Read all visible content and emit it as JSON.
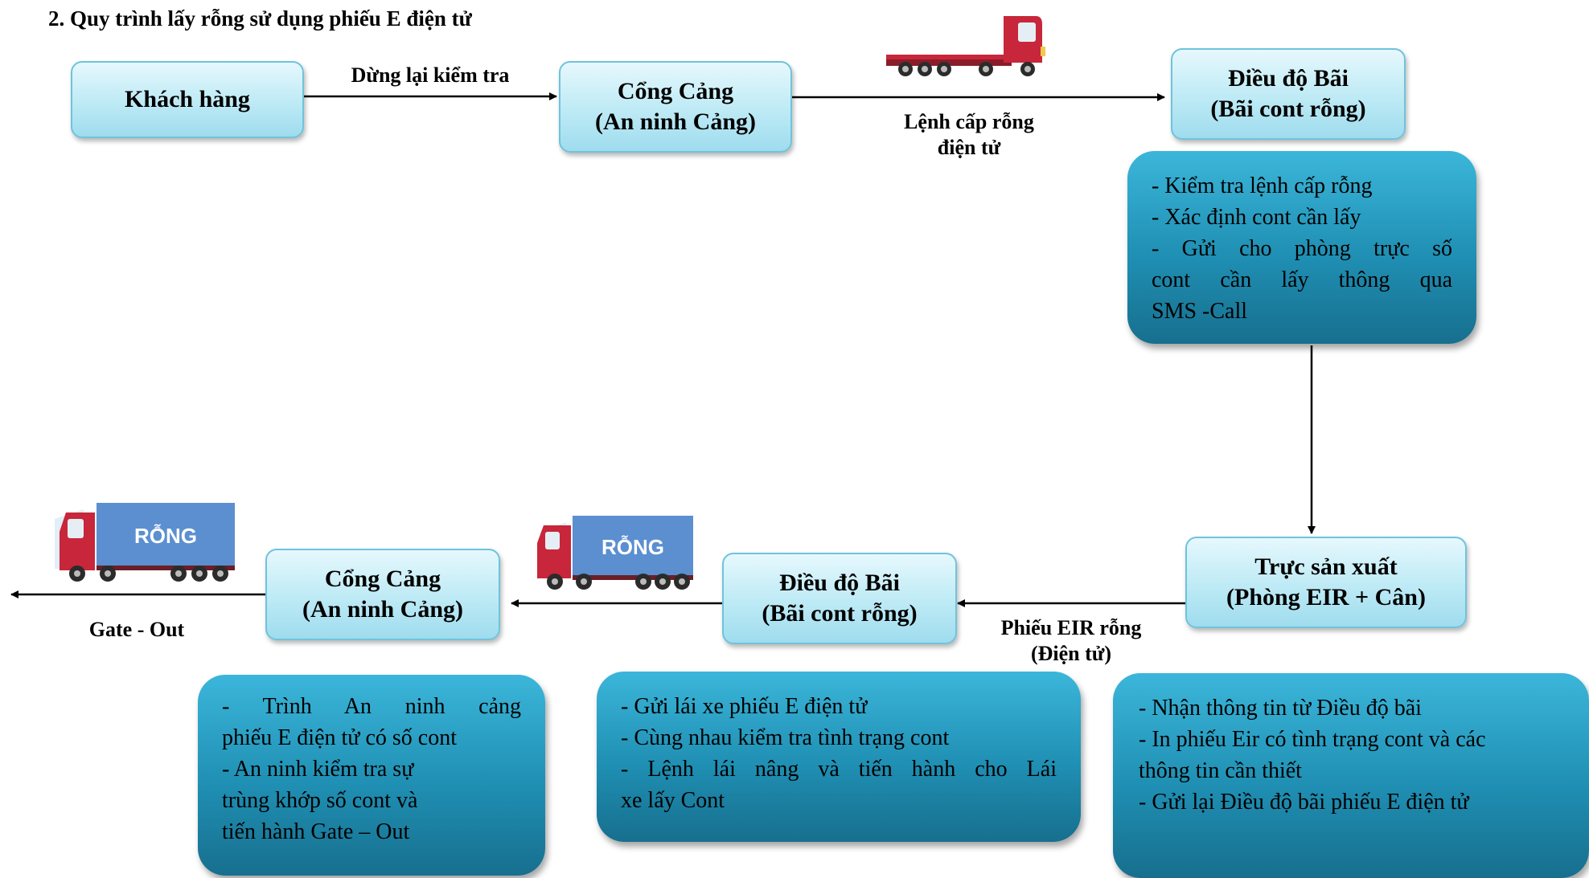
{
  "title": "2. Quy trình lấy rỗng sử dụng phiếu E điện tử",
  "nodes": {
    "customer": {
      "line1": "Khách hàng"
    },
    "gate_in": {
      "line1": "Cổng Cảng",
      "line2": "(An ninh Cảng)"
    },
    "yard_top": {
      "line1": "Điều độ Bãi",
      "line2": "(Bãi cont rỗng)"
    },
    "production": {
      "line1": "Trực sản xuất",
      "line2": "(Phòng EIR + Cân)"
    },
    "yard_bottom": {
      "line1": "Điều độ Bãi",
      "line2": "(Bãi cont rỗng)"
    },
    "gate_out": {
      "line1": "Cổng Cảng",
      "line2": "(An ninh Cảng)"
    }
  },
  "edges": {
    "customer_to_gate": "Dừng lại kiểm tra",
    "gate_to_yard": {
      "line1": "Lệnh cấp rỗng",
      "line2": "điện tử"
    },
    "production_to_yard": {
      "line1": "Phiếu EIR rỗng",
      "line2": "(Điện tử)"
    },
    "gate_out_label": "Gate - Out"
  },
  "notes": {
    "yard_top": [
      "- Kiểm tra lệnh cấp rỗng",
      "- Xác định cont cần lấy",
      "- Gửi cho phòng trực số",
      "cont cần lấy thông qua",
      "SMS -Call"
    ],
    "gate_out": [
      "- Trình An ninh cảng",
      "phiếu E điện tử có số cont",
      "- An ninh kiểm tra sự",
      "trùng khớp số cont  và",
      "tiến hành Gate – Out"
    ],
    "yard_bottom": [
      "- Gửi lái xe phiếu E điện tử",
      "- Cùng nhau kiểm tra tình trạng cont",
      "- Lệnh lái nâng và tiến hành cho Lái",
      "xe lấy Cont"
    ],
    "production": [
      " - Nhận thông tin từ Điều độ bãi",
      "- In phiếu Eir có tình trạng cont và các",
      "thông tin cần thiết",
      "- Gửi lại Điều độ bãi phiếu E điện tử"
    ]
  },
  "trucks": {
    "cargo_label": "RỖNG"
  },
  "colors": {
    "node_fill": "#bdeaf5",
    "note_fill": "#1f8fb3",
    "truck_red": "#c8263a",
    "truck_box": "#5b8fd0"
  }
}
